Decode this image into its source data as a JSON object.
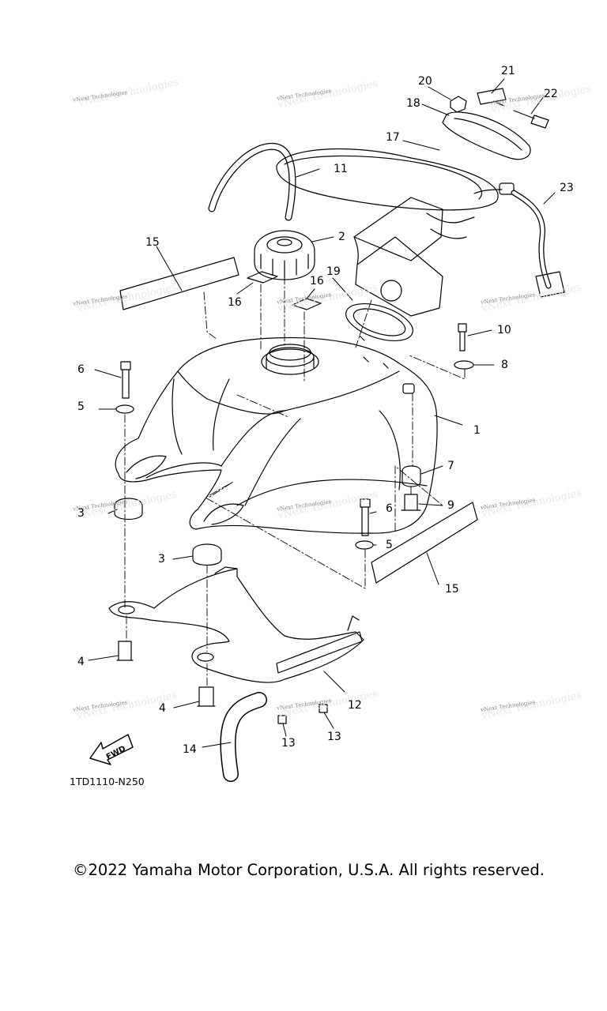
{
  "diagram_code": "1TD1110-N250",
  "copyright": "©2022 Yamaha Motor Corporation, U.S.A. All rights reserved.",
  "fwd_label": "FWD",
  "watermark": "vNext Technologies",
  "callouts": [
    "1",
    "2",
    "3",
    "3",
    "4",
    "4",
    "5",
    "5",
    "6",
    "6",
    "7",
    "8",
    "9",
    "10",
    "11",
    "12",
    "13",
    "13",
    "14",
    "15",
    "15",
    "16",
    "16",
    "17",
    "18",
    "19",
    "20",
    "21",
    "22",
    "23"
  ]
}
